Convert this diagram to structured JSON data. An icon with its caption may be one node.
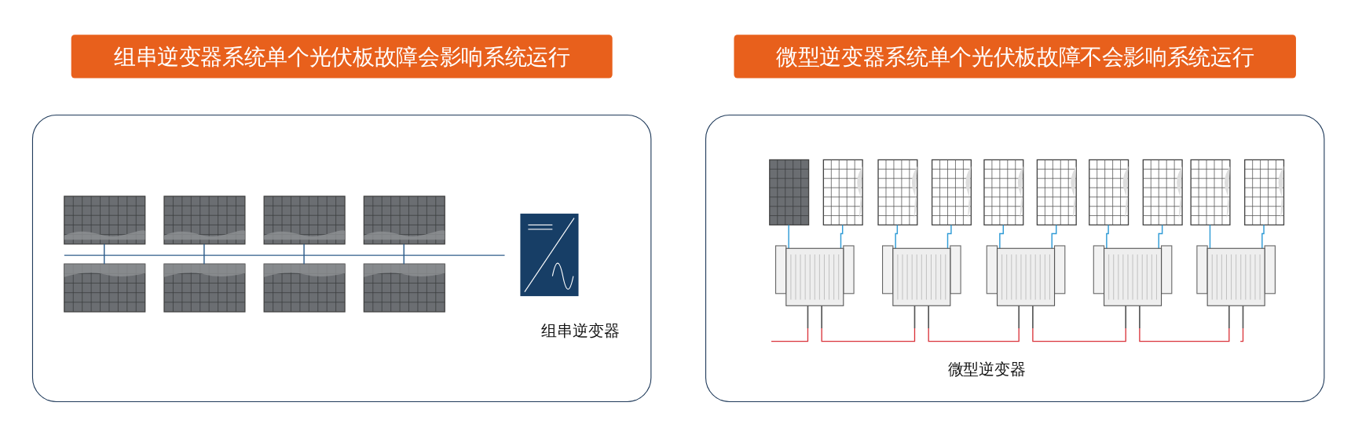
{
  "diagram": {
    "nodes": [
      {
        "text": [
          "组串逆变器系统单个光伏板故障会影响系统运行"
        ]
      },
      {
        "text": [
          "微型逆变器系统单个光伏板故障不会影响系统运行"
        ]
      },
      {
        "text": [
          "组串逆变器"
        ]
      },
      {
        "text": [
          "微型逆变器"
        ]
      }
    ]
  }
}
